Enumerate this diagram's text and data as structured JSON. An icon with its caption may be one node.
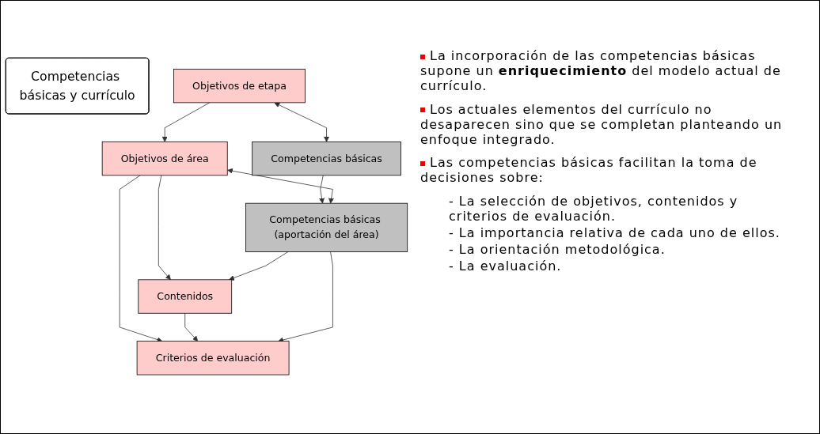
{
  "diagram": {
    "nodes": [
      {
        "text": [
          "Competencias básicas y currículo"
        ]
      },
      {
        "text": [
          "Objetivos de etapa"
        ]
      },
      {
        "text": [
          "Competencias básicas"
        ]
      },
      {
        "text": [
          "Objetivos de área"
        ]
      },
      {
        "text": [
          "Competencias básicas (aportación del área)"
        ]
      },
      {
        "text": [
          "Contenidos"
        ]
      },
      {
        "text": [
          "Criterios de evaluación"
        ]
      }
    ],
    "edges": [
      {
        "from": 1,
        "to": 2,
        "arrow": "both"
      },
      {
        "from": 2,
        "to": 4,
        "arrow": "to"
      },
      {
        "from": 1,
        "to": 3,
        "arrow": "to"
      },
      {
        "from": 3,
        "to": 4,
        "arrow": "both"
      },
      {
        "from": 3,
        "to": 5,
        "arrow": "to"
      },
      {
        "from": 4,
        "to": 5,
        "arrow": "to"
      },
      {
        "from": 3,
        "to": 6,
        "arrow": "to"
      },
      {
        "from": 5,
        "to": 6,
        "arrow": "to"
      },
      {
        "from": 4,
        "to": 6,
        "arrow": "to"
      }
    ],
    "labels": [
      "La incorporación de las competencias básicas supone un **enriquecimiento** del modelo actual de currículo.",
      "Los actuales elementos del currículo no desaparecen sino que se completan planteando un enfoque integrado.",
      "Las competencias básicas facilitan la toma de decisiones sobre:",
      "- La selección de objetivos, contenidos y criterios de evaluación.",
      "- La importancia relativa de cada uno de ellos.",
      "- La orientación metodológica.",
      "- La evaluación."
    ]
  }
}
